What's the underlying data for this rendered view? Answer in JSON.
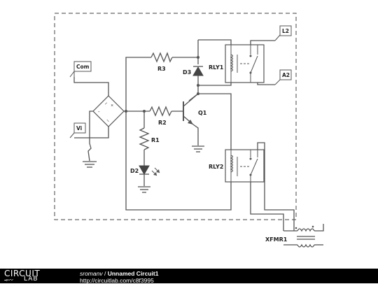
{
  "components": {
    "r3": "R3",
    "r2": "R2",
    "r1": "R1",
    "d3": "D3",
    "d2": "D2",
    "q1": "Q1",
    "rly1": "RLY1",
    "rly2": "RLY2",
    "xfmr1": "XFMR1"
  },
  "ports": {
    "com": "Com",
    "vi": "Vi",
    "l2": "L2",
    "a2": "A2"
  },
  "bridge_pins": {
    "ac1": "~",
    "ac2": "~",
    "minus": "-",
    "plus": "+"
  },
  "footer": {
    "logo_top": "CIRCUIT",
    "logo_bottom": "LAB",
    "author": "sromanv",
    "separator": "/",
    "title": "Unnamed Circuit1",
    "url": "http://circuitlab.com/c8f3995"
  }
}
